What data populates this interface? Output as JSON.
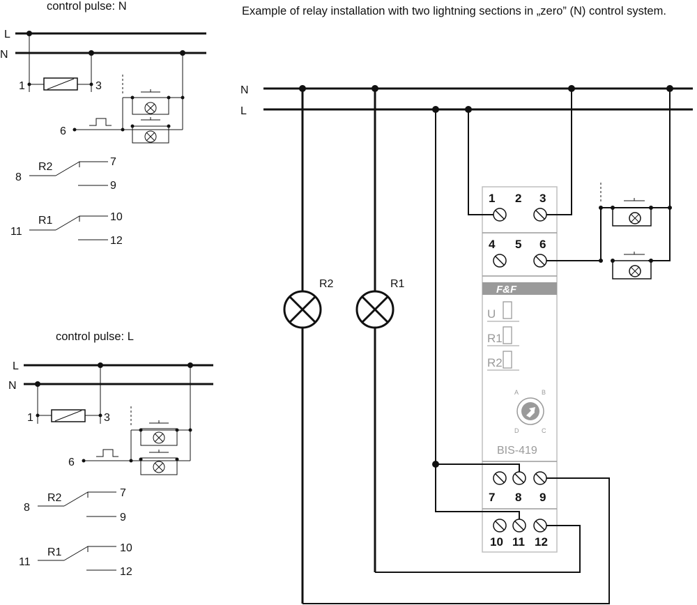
{
  "heading": "Example of relay installation with two lightning sections in „zero” (N) control system.",
  "top_diagram": {
    "caption": "control pulse: N",
    "line_top": "L",
    "line_bottom": "N",
    "t1": "1",
    "t3": "3",
    "t6": "6",
    "r2": "R2",
    "r2_in": "8",
    "r2_a": "7",
    "r2_b": "9",
    "r1": "R1",
    "r1_in": "11",
    "r1_a": "10",
    "r1_b": "12"
  },
  "bottom_diagram": {
    "caption": "control pulse: L",
    "line_top": "L",
    "line_bottom": "N",
    "t1": "1",
    "t3": "3",
    "t6": "6",
    "r2": "R2",
    "r2_in": "8",
    "r2_a": "7",
    "r2_b": "9",
    "r1": "R1",
    "r1_in": "11",
    "r1_a": "10",
    "r1_b": "12"
  },
  "main": {
    "line_n": "N",
    "line_l": "L",
    "lamp_r2": "R2",
    "lamp_r1": "R1",
    "device": {
      "row1": [
        "1",
        "2",
        "3"
      ],
      "row2": [
        "4",
        "5",
        "6"
      ],
      "row3": [
        "7",
        "8",
        "9"
      ],
      "row4": [
        "10",
        "11",
        "12"
      ],
      "brand": "F&F",
      "led_u": "U",
      "led_r1": "R1",
      "led_r2": "R2",
      "knob": [
        "A",
        "B",
        "C",
        "D"
      ],
      "model": "BIS-419"
    }
  }
}
